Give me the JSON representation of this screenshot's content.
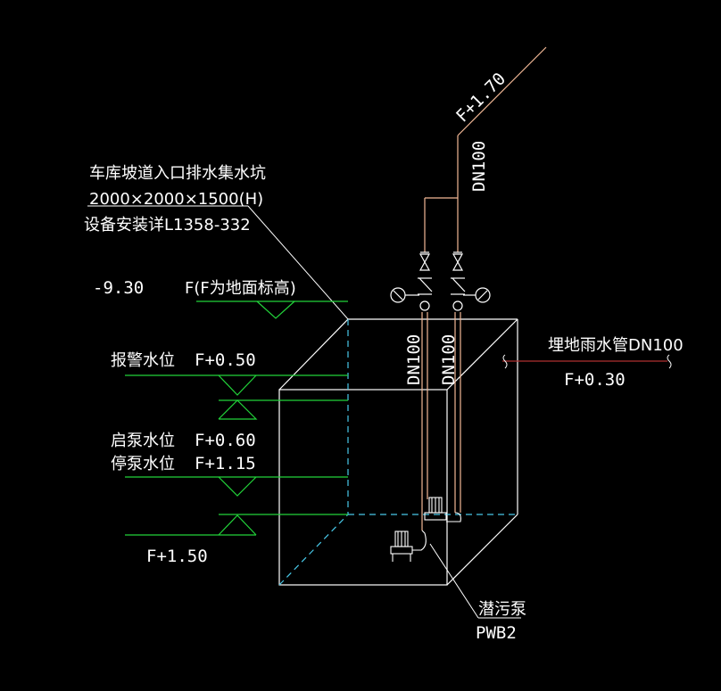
{
  "colors": {
    "background": "#000000",
    "text": "#ffffff",
    "level_line": "#22d33a",
    "box_line": "#ffffff",
    "hidden_line": "#48c8e8",
    "pipe": "#f2b896",
    "rain_pipe": "#b03030"
  },
  "pit": {
    "title": "车库坡道入口排水集水坑",
    "size": "2000×2000×1500(H)",
    "install": "设备安装详L1358-332"
  },
  "levels": {
    "ground_value": "-9.30",
    "ground_label": "F(F为地面标高)",
    "alarm_label": "报警水位",
    "alarm_value": "F+0.50",
    "start_label": "启泵水位",
    "start_value": "F+0.60",
    "stop_label": "停泵水位",
    "stop_value": "F+1.15",
    "bottom_value": "F+1.50"
  },
  "pipes": {
    "outlet_elevation": "F+1.70",
    "main_size": "DN100",
    "riser_left_size": "DN100",
    "riser_right_size": "DN100",
    "rain_label": "埋地雨水管DN100",
    "rain_elevation": "F+0.30"
  },
  "pump": {
    "name": "潜污泵",
    "code": "PWB2"
  }
}
